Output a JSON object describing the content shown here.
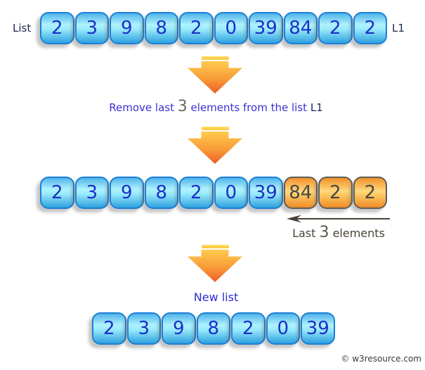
{
  "lists": {
    "original": {
      "left_label": "List",
      "right_label": "L1",
      "items": [
        {
          "value": "2",
          "style": "blue"
        },
        {
          "value": "3",
          "style": "blue"
        },
        {
          "value": "9",
          "style": "blue"
        },
        {
          "value": "8",
          "style": "blue"
        },
        {
          "value": "2",
          "style": "blue"
        },
        {
          "value": "0",
          "style": "blue"
        },
        {
          "value": "39",
          "style": "blue"
        },
        {
          "value": "84",
          "style": "blue"
        },
        {
          "value": "2",
          "style": "blue"
        },
        {
          "value": "2",
          "style": "blue"
        }
      ]
    },
    "middle": {
      "items": [
        {
          "value": "2",
          "style": "blue"
        },
        {
          "value": "3",
          "style": "blue"
        },
        {
          "value": "9",
          "style": "blue"
        },
        {
          "value": "8",
          "style": "blue"
        },
        {
          "value": "2",
          "style": "blue"
        },
        {
          "value": "0",
          "style": "blue"
        },
        {
          "value": "39",
          "style": "blue"
        },
        {
          "value": "84",
          "style": "orange"
        },
        {
          "value": "2",
          "style": "orange"
        },
        {
          "value": "2",
          "style": "orange"
        }
      ]
    },
    "result": {
      "items": [
        {
          "value": "2",
          "style": "blue"
        },
        {
          "value": "3",
          "style": "blue"
        },
        {
          "value": "9",
          "style": "blue"
        },
        {
          "value": "8",
          "style": "blue"
        },
        {
          "value": "2",
          "style": "blue"
        },
        {
          "value": "0",
          "style": "blue"
        },
        {
          "value": "39",
          "style": "blue"
        }
      ]
    }
  },
  "captions": {
    "remove": {
      "pre": "Remove last ",
      "num": "3",
      "post": " elements from the list ",
      "code": "L1"
    },
    "last": {
      "pre": "Last ",
      "num": "3",
      "post": " elements"
    },
    "new_list": "New list"
  },
  "footer": {
    "copyright": "© w3resource.com"
  },
  "colors": {
    "box_blue_border": "#1D7FD6",
    "box_blue_text": "#1C2FC8",
    "box_orange_border": "#5E5E56",
    "box_orange_text": "#494940",
    "arrow_gradient_top": "#FFCB4E",
    "arrow_gradient_bottom": "#EE5B28",
    "caption_blue": "#3C2FD3",
    "label_navy": "#1B2A52",
    "last_arrow": "#4A4136"
  }
}
